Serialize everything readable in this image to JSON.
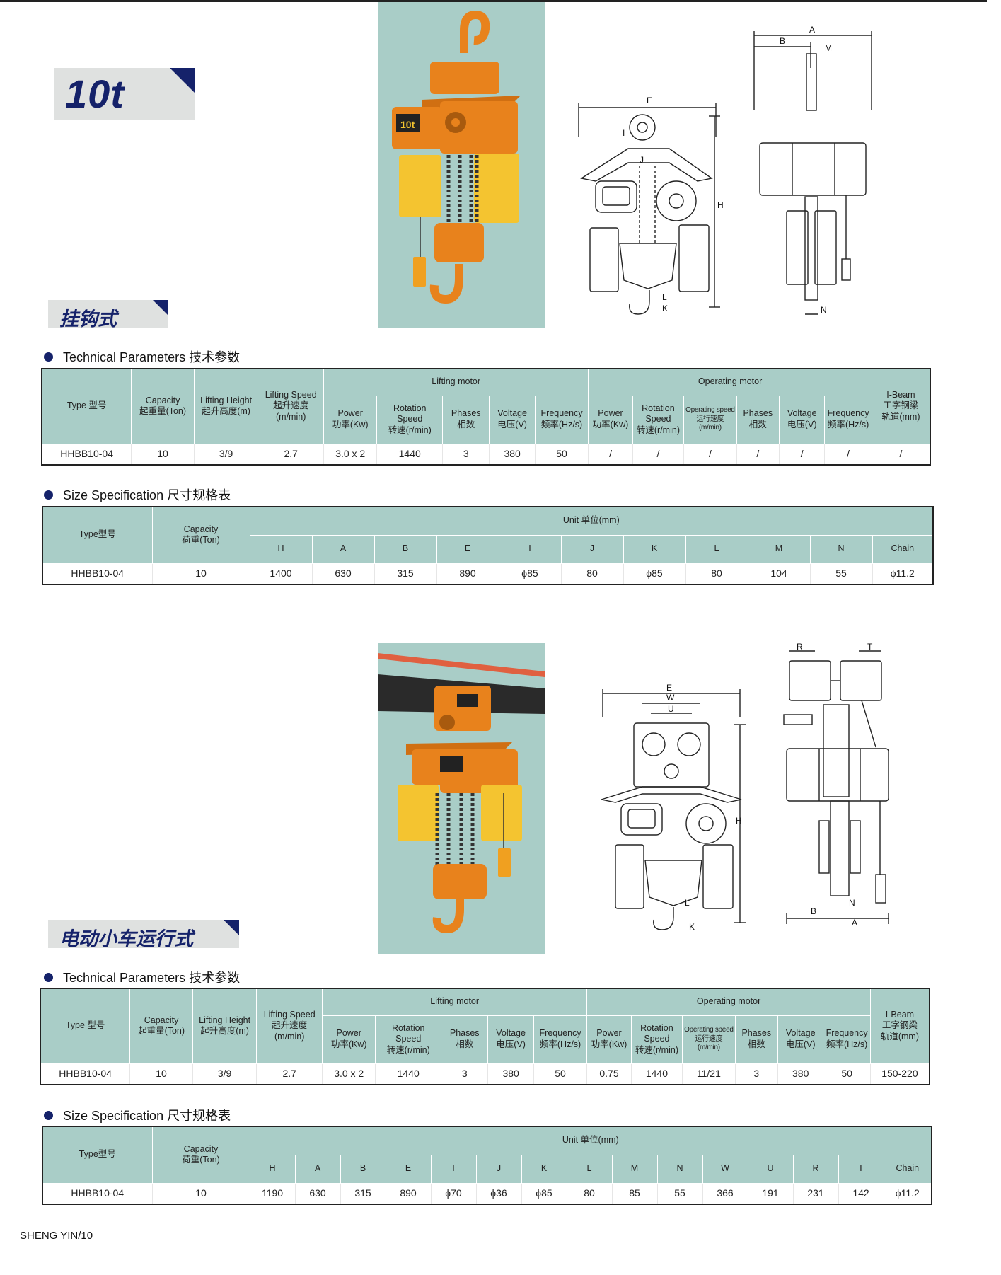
{
  "capacity_badge": "10t",
  "section1": {
    "title": "挂钩式",
    "tech_heading": "Technical Parameters 技术参数",
    "size_heading": "Size Specification 尺寸规格表",
    "drawing_labels": {
      "front": [
        "E",
        "I",
        "H",
        "J",
        "L",
        "K"
      ],
      "side": [
        "A",
        "B",
        "M",
        "N"
      ]
    },
    "tech_table": {
      "group_lifting": "Lifting motor",
      "group_operating": "Operating motor",
      "h_type": "Type 型号",
      "h_capacity": [
        "Capacity",
        "起重量(Ton)"
      ],
      "h_height": [
        "Lifting Height",
        "起升高度(m)"
      ],
      "h_speed": [
        "Lifting Speed",
        "起升速度",
        "(m/min)"
      ],
      "h_ibeam": [
        "I-Beam",
        "工字钢梁",
        "轨道(mm)"
      ],
      "lifting_cols": [
        [
          "Power",
          "功率(Kw)"
        ],
        [
          "Rotation",
          "Speed",
          "转速(r/min)"
        ],
        [
          "Phases",
          "相数"
        ],
        [
          "Voltage",
          "电压(V)"
        ],
        [
          "Frequency",
          "频率(Hz/s)"
        ]
      ],
      "operating_cols": [
        [
          "Power",
          "功率(Kw)"
        ],
        [
          "Rotation",
          "Speed",
          "转速(r/min)"
        ],
        [
          "Operating speed",
          "运行速度",
          "(m/min)"
        ],
        [
          "Phases",
          "相数"
        ],
        [
          "Voltage",
          "电压(V)"
        ],
        [
          "Frequency",
          "频率(Hz/s)"
        ]
      ],
      "row": [
        "HHBB10-04",
        "10",
        "3/9",
        "2.7",
        "3.0 x 2",
        "1440",
        "3",
        "380",
        "50",
        "/",
        "/",
        "/",
        "/",
        "/",
        "/",
        "/"
      ]
    },
    "size_table": {
      "h_type": "Type型号",
      "h_capacity": [
        "Capacity",
        "荷重(Ton)"
      ],
      "h_unit": "Unit 单位(mm)",
      "cols": [
        "H",
        "A",
        "B",
        "E",
        "I",
        "J",
        "K",
        "L",
        "M",
        "N",
        "Chain"
      ],
      "row": [
        "HHBB10-04",
        "10",
        "1400",
        "630",
        "315",
        "890",
        "ϕ85",
        "80",
        "ϕ85",
        "80",
        "104",
        "55",
        "ϕ11.2"
      ]
    }
  },
  "section2": {
    "title": "电动小车运行式",
    "tech_heading": "Technical Parameters 技术参数",
    "size_heading": "Size Specification 尺寸规格表",
    "drawing_labels": {
      "front": [
        "E",
        "W",
        "U",
        "H",
        "L",
        "K"
      ],
      "side": [
        "R",
        "T",
        "B",
        "A",
        "N"
      ]
    },
    "tech_table": {
      "row": [
        "HHBB10-04",
        "10",
        "3/9",
        "2.7",
        "3.0 x 2",
        "1440",
        "3",
        "380",
        "50",
        "0.75",
        "1440",
        "11/21",
        "3",
        "380",
        "50",
        "150-220"
      ]
    },
    "size_table": {
      "cols": [
        "H",
        "A",
        "B",
        "E",
        "I",
        "J",
        "K",
        "L",
        "M",
        "N",
        "W",
        "U",
        "R",
        "T",
        "Chain"
      ],
      "row": [
        "HHBB10-04",
        "10",
        "1190",
        "630",
        "315",
        "890",
        "ϕ70",
        "ϕ36",
        "ϕ85",
        "80",
        "85",
        "55",
        "366",
        "191",
        "231",
        "142",
        "ϕ11.2"
      ]
    }
  },
  "photo_label": "10t",
  "footer": "SHENG YIN/10",
  "colors": {
    "accent": "#15226a",
    "header_fill": "#a9cdc7",
    "badge_fill": "#dfe1e0",
    "hoist_orange": "#e8821c",
    "bag_yellow": "#f4c430"
  }
}
